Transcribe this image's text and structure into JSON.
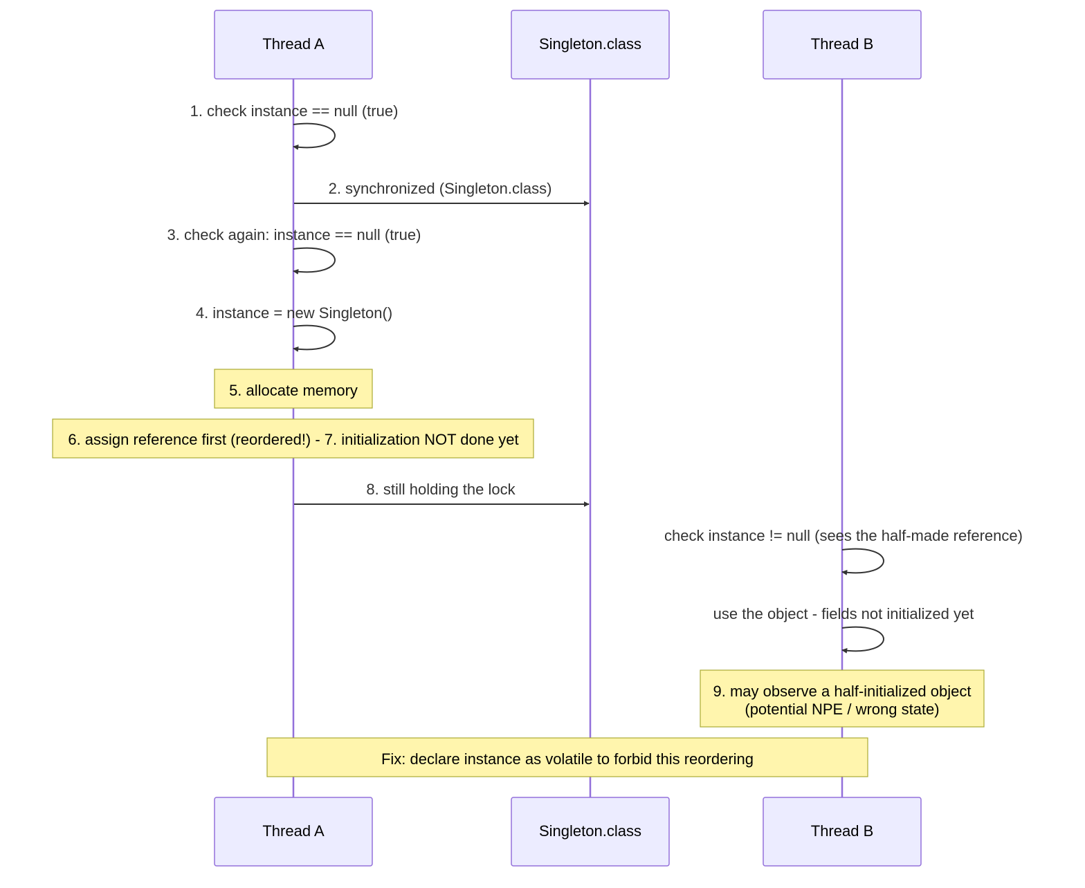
{
  "participants": [
    {
      "id": "thread_a",
      "label": "Thread A"
    },
    {
      "id": "singleton",
      "label": "Singleton.class"
    },
    {
      "id": "thread_b",
      "label": "Thread B"
    }
  ],
  "messages": [
    {
      "from": "thread_a",
      "to": "thread_a",
      "text": "1. check instance == null (true)"
    },
    {
      "from": "thread_a",
      "to": "singleton",
      "text": "2. synchronized (Singleton.class)"
    },
    {
      "from": "thread_a",
      "to": "thread_a",
      "text": "3. check again: instance == null (true)"
    },
    {
      "from": "thread_a",
      "to": "thread_a",
      "text": "4. instance = new Singleton()"
    },
    {
      "from": "thread_a",
      "to": "singleton",
      "text": "8. still holding the lock"
    },
    {
      "from": "thread_b",
      "to": "thread_b",
      "text": "check instance != null (sees the half-made reference)"
    },
    {
      "from": "thread_b",
      "to": "thread_b",
      "text": "use the object - fields not initialized yet"
    }
  ],
  "notes": [
    {
      "lines": [
        "5. allocate memory"
      ]
    },
    {
      "lines": [
        "6. assign reference first (reordered!) - 7. initialization NOT done yet"
      ]
    },
    {
      "lines": [
        "9. may observe a half-initialized object",
        "(potential NPE / wrong state)"
      ]
    },
    {
      "lines": [
        "Fix: declare instance as volatile to forbid this reordering"
      ]
    }
  ],
  "colors": {
    "actor_fill": "#ECECFF",
    "actor_stroke": "#9370DB",
    "lifeline": "#9370DB",
    "message": "#333333",
    "note_fill": "#FFF5AD",
    "note_stroke": "#AAAA33"
  }
}
